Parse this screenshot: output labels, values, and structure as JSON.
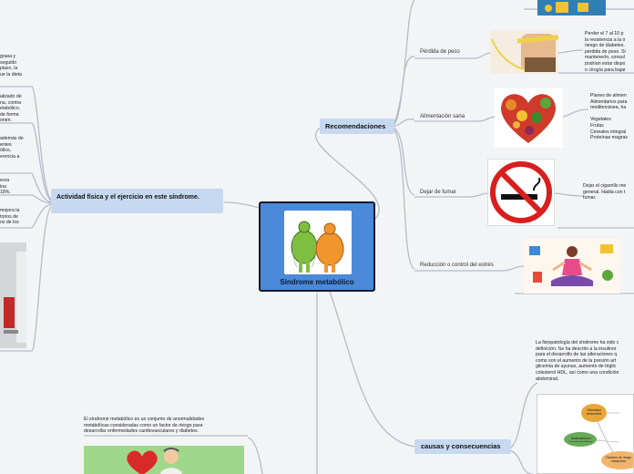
{
  "central": {
    "title": "Sindrome metabólico"
  },
  "topics": {
    "recommendations": "Recomendaciones",
    "activity": "Actividad física y el ejercicio en este síndrome.",
    "causes": "causas y consecuencias"
  },
  "branches": {
    "weight_loss": "Pérdida de peso",
    "healthy_food": "Alimentación sana",
    "quit_smoking": "Dejar de fumar",
    "stress": "Reducción o control del estrés"
  },
  "notes": {
    "weight_loss": "Perder el 7 al 10 p\nla resistencia a la ir\nriesgo de diabetes.\npérdida de peso. Si\nmantenerlo, consul\npodrían estar dispo\no cirugía para bajar",
    "diet": "Planes de alimen\nAlimentarios para\nmediterránea, ha\n\nVegetales\nFrutas\nCereales integral\nProteínas magras",
    "smoking": "Dejar el cigarrillo me\ngeneral. Habla con t\nfumar.",
    "pathophysiology": "La fisiopatología del síndrome ha sido c\ndefinición. Se ha descrito a la insulinor\npara el desarrollo de las alteraciones q\ncomo son el aumento de la presión art\nglicemia de ayunas, aumento de triglic\ncolesterol HDL, así como una condición\nabdominal.",
    "definition": "El síndrome metabólico es un conjunto de anormalidades\nmetabólicas consideradas como un factor de riesgo para\ndesarrollar enfermedades cardiovasculares y diabetes.",
    "left_1": "grasa y\nseguido\nplazo, la\nue la dieta",
    "left_2": "alizado de\nna, contra\netabólico.\nde forma\nonen.",
    "left_3": "además de\nentes\nólico,\nerencia a",
    "left_4": "erza\nina\n18%.",
    "left_5": "mejora la\ntorios de\nos de los"
  },
  "flowchart": {
    "node_1": "Obesidad\nabdominal",
    "node_2": "Sedentarismo / inactividad física",
    "node_3": "Factores de riesgo\nmetabólico"
  },
  "colors": {
    "central_fill": "#4a8ad9",
    "topic_fill": "#c6d9f0",
    "link": "#b4bcc8",
    "flow_orange": "#e9a63a",
    "flow_green": "#6aaa5a",
    "flow_lightorange": "#f2b46b"
  },
  "images": {
    "central": "obese-figures-illustration",
    "weight": "measuring-tape-waist-photo",
    "food": "vegetable-heart-photo",
    "no_smoking": "no-smoking-sign",
    "meditation": "meditating-woman-illustration",
    "heart": "heart-doctor-illustration",
    "top": "exercise-icons-illustration",
    "left_photo": "room-photo"
  }
}
